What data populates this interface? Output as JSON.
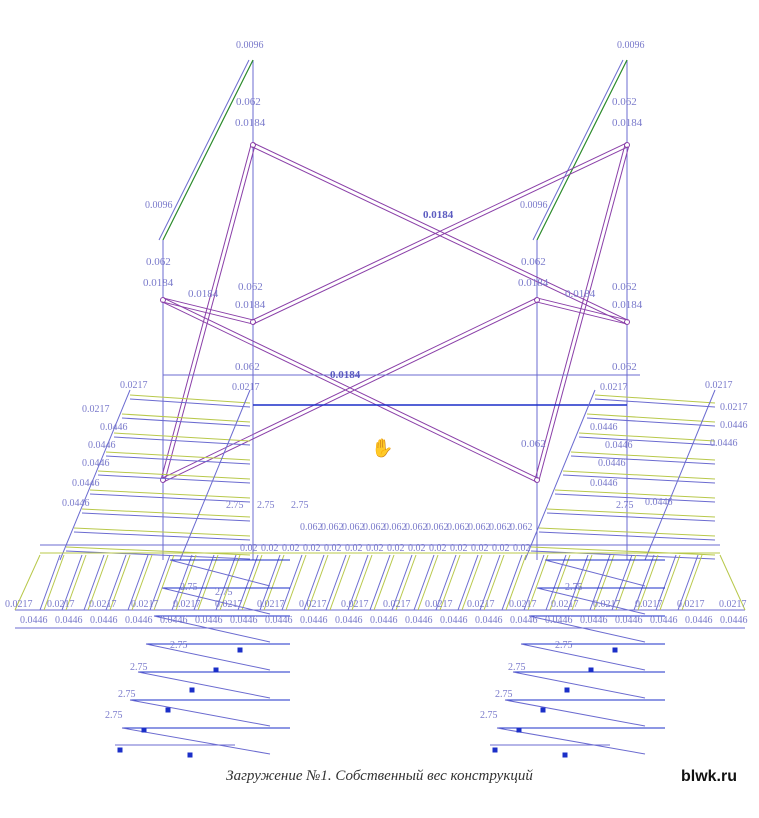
{
  "caption": "Загружение №1. Собственный вес конструкций",
  "watermark": "blwk.ru",
  "cursor_icon": "hand-cursor-icon",
  "colors": {
    "frame": "#6b6bd0",
    "brace": "#8a3fa8",
    "deck": "#b8c84a",
    "base": "#1b2fc8",
    "node": "#2a8a2a",
    "label": "#7a7acb"
  },
  "labels": {
    "brace_force": "0.0184",
    "column_force": "0.062",
    "top_value": "0.0096",
    "mid_value": "0.0096",
    "tie_value": "0.0217",
    "stair_value": "0.0446",
    "beam_value": "0.02",
    "support_value": "2.75",
    "ground_value": "0.0217"
  }
}
